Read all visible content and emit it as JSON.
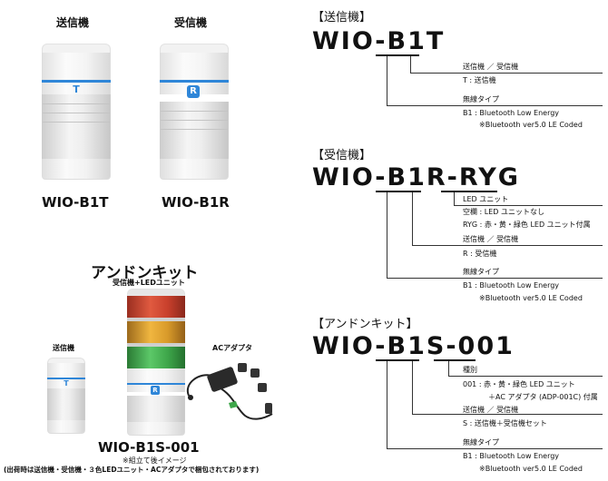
{
  "left": {
    "transmitter_caption": "送信機",
    "receiver_caption": "受信機",
    "transmitter_model": "WIO-B1T",
    "receiver_model": "WIO-B1R",
    "kit_title": "アンドンキット",
    "kit_subtitle": "受信機+LEDユニット",
    "kit_transmitter_caption": "送信機",
    "kit_adapter_caption": "ACアダプタ",
    "kit_model": "WIO-B1S-001",
    "kit_note1": "※組立て後イメージ",
    "kit_note2": "(出荷時は送信機・受信機・３色LEDユニット・ACアダプタで梱包されております)",
    "badge_t": "T",
    "badge_r": "R"
  },
  "sections": [
    {
      "title": "【送信機】",
      "model_parts": [
        "WIO-",
        "B1",
        "T"
      ],
      "notes": [
        {
          "label": "送信機 ／ 受信機",
          "value": "T : 送信機"
        },
        {
          "label": "無線タイプ",
          "value": "B1 : Bluetooth Low Energy",
          "sub": "※Bluetooth ver5.0 LE Coded"
        }
      ]
    },
    {
      "title": "【受信機】",
      "model_parts": [
        "WIO-",
        "B1",
        "R",
        "-",
        "RYG"
      ],
      "notes": [
        {
          "label": "LED ユニット",
          "value": "空欄 : LED ユニットなし",
          "value2": "RYG : 赤・黄・緑色 LED ユニット付属"
        },
        {
          "label": "送信機 ／ 受信機",
          "value": "R : 受信機"
        },
        {
          "label": "無線タイプ",
          "value": "B1 : Bluetooth Low Energy",
          "sub": "※Bluetooth ver5.0 LE Coded"
        }
      ]
    },
    {
      "title": "【アンドンキット】",
      "model_parts": [
        "WIO-",
        "B1",
        "S",
        "-",
        "001"
      ],
      "notes": [
        {
          "label": "種別",
          "value": "001 : 赤・黄・緑色 LED ユニット",
          "value2": "＋AC アダプタ (ADP-001C) 付属"
        },
        {
          "label": "送信機 ／ 受信機",
          "value": "S : 送信機＋受信機セット"
        },
        {
          "label": "無線タイプ",
          "value": "B1 : Bluetooth Low Energy",
          "sub": "※Bluetooth ver5.0 LE Coded"
        }
      ]
    }
  ],
  "colors": {
    "accent_blue": "#2f86d8",
    "led_red": "#c8402c",
    "led_yellow": "#d89a2a",
    "led_green": "#3ea64a"
  }
}
